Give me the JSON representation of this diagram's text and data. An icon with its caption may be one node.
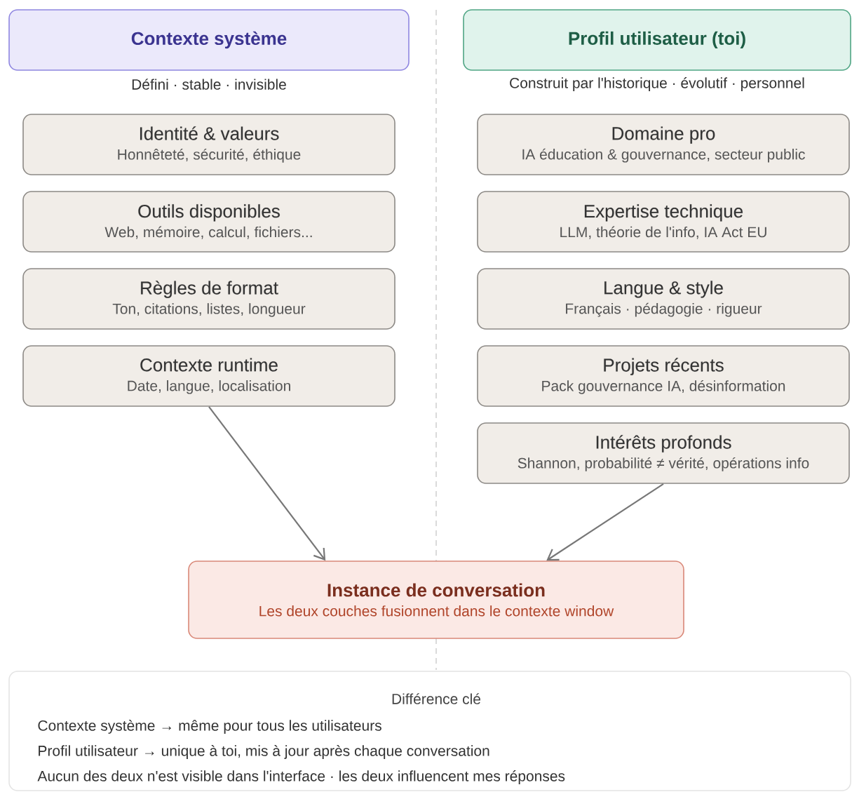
{
  "diagram": {
    "nodes": [
      {
        "text": [
          "Contexte système"
        ],
        "beside": [
          "Défini · stable · invisible"
        ]
      },
      {
        "text": [
          "Profil utilisateur (toi)"
        ],
        "beside": [
          "Construit par l'historique · évolutif · personnel"
        ]
      },
      {
        "text": [
          "Identité & valeurs",
          "Honnêteté, sécurité, éthique"
        ]
      },
      {
        "text": [
          "Outils disponibles",
          "Web, mémoire, calcul, fichiers..."
        ]
      },
      {
        "text": [
          "Règles de format",
          "Ton, citations, listes, longueur"
        ]
      },
      {
        "text": [
          "Contexte runtime",
          "Date, langue, localisation"
        ]
      },
      {
        "text": [
          "Domaine pro",
          "IA éducation & gouvernance, secteur public"
        ]
      },
      {
        "text": [
          "Expertise technique",
          "LLM, théorie de l'info, IA Act EU"
        ]
      },
      {
        "text": [
          "Langue & style",
          "Français · pédagogie · rigueur"
        ]
      },
      {
        "text": [
          "Projets récents",
          "Pack gouvernance IA, désinformation"
        ]
      },
      {
        "text": [
          "Intérêts profonds",
          "Shannon, probabilité ≠ vérité, opérations info"
        ]
      },
      {
        "text": [
          "Instance de conversation",
          "Les deux couches fusionnent dans le contexte window"
        ]
      },
      {
        "text": [
          "Différence clé",
          "Contexte système → même pour tous les utilisateurs",
          "Profil utilisateur → unique à toi, mis à jour après chaque conversation",
          "Aucun des deux n'est visible dans l'interface · les deux influencent mes réponses"
        ]
      }
    ],
    "edges": [
      {
        "from": 5,
        "to": 11,
        "arrow": "to"
      },
      {
        "from": 10,
        "to": 11,
        "arrow": "to"
      }
    ]
  }
}
